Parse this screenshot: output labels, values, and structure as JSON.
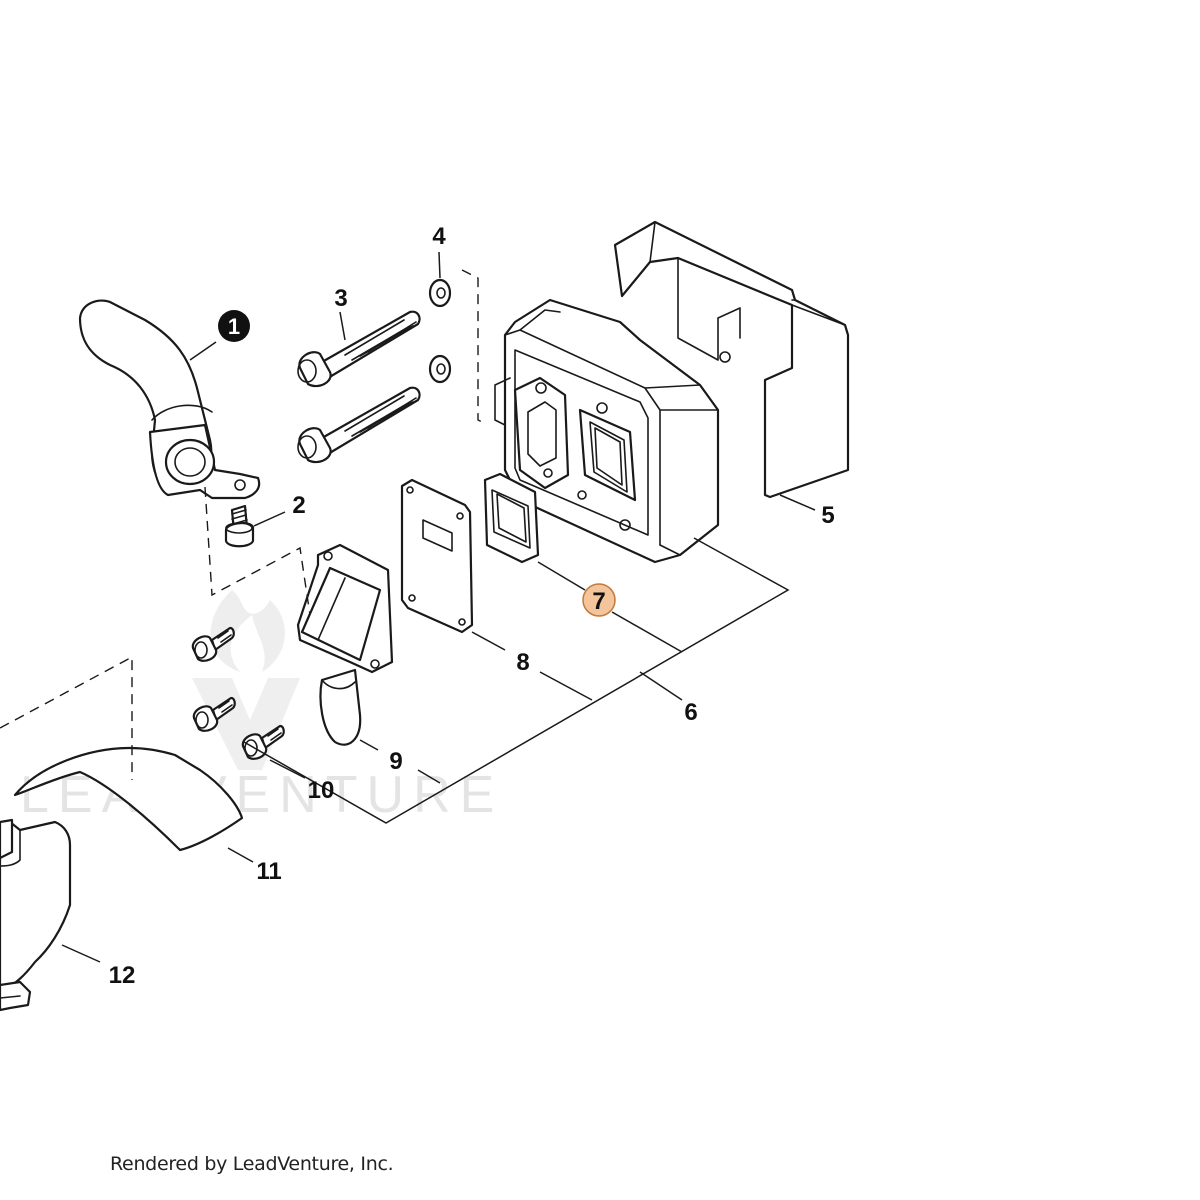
{
  "diagram": {
    "callouts": [
      {
        "id": "1",
        "label": "1",
        "style": "filled-black"
      },
      {
        "id": "2",
        "label": "2"
      },
      {
        "id": "3",
        "label": "3"
      },
      {
        "id": "4",
        "label": "4"
      },
      {
        "id": "5",
        "label": "5"
      },
      {
        "id": "6",
        "label": "6"
      },
      {
        "id": "7",
        "label": "7",
        "style": "highlighted",
        "color": "#f4c49a",
        "border_color": "#c07a3c"
      },
      {
        "id": "8",
        "label": "8"
      },
      {
        "id": "9",
        "label": "9"
      },
      {
        "id": "10",
        "label": "10"
      },
      {
        "id": "11",
        "label": "11"
      },
      {
        "id": "12",
        "label": "12"
      }
    ],
    "watermark": "LEADVENTURE",
    "credit": "Rendered by LeadVenture, Inc."
  },
  "colors": {
    "line": "#1a1a1a",
    "highlight_fill": "#f4c49a",
    "highlight_border": "#c07a3c",
    "watermark": "#e4e4e4"
  }
}
